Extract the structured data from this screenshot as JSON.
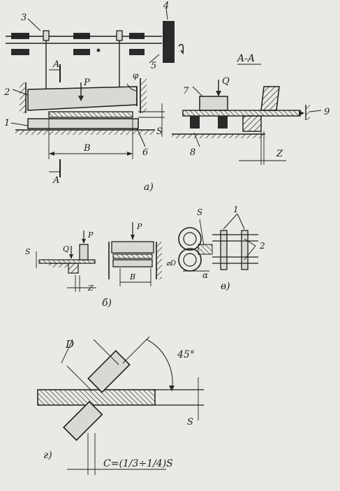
{
  "panel_a": {
    "callouts": [
      "3",
      "4",
      "5",
      "2",
      "1",
      "6",
      "7",
      "8",
      "9"
    ],
    "forces": {
      "P": "P",
      "Q": "Q",
      "phi": "φ"
    },
    "dims": {
      "S": "S",
      "B": "B",
      "Z": "Z"
    },
    "section_letter": "A",
    "section_label": "A-A",
    "caption": "а)"
  },
  "panel_b": {
    "forces": {
      "P1": "P",
      "Q": "Q",
      "P2": "P"
    },
    "dims": {
      "S": "S",
      "Z": "Z",
      "B": "B"
    },
    "caption": "б)"
  },
  "panel_v": {
    "callouts": [
      "1",
      "2"
    ],
    "dims": {
      "S": "S",
      "D": "⌀D",
      "alpha": "α"
    },
    "caption": "в)"
  },
  "panel_g": {
    "dims": {
      "D": "D",
      "angle": "45°",
      "S": "S"
    },
    "formula": "C=(1/3÷1/4)S",
    "caption": "г)"
  }
}
